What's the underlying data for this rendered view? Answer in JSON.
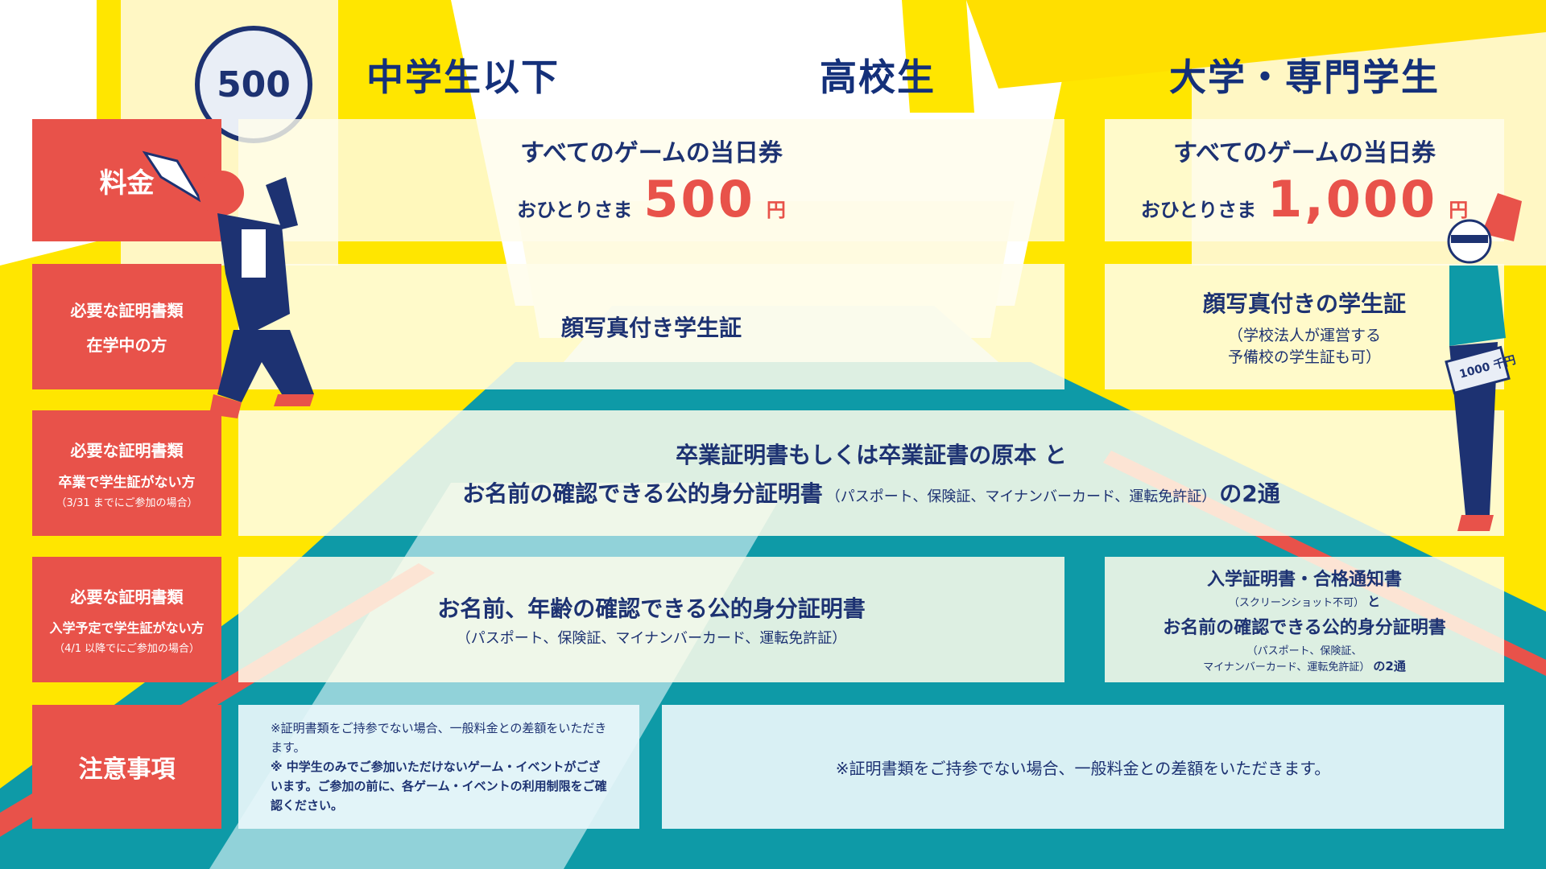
{
  "headers": {
    "col1": "中学生以下",
    "col2": "高校生",
    "col3": "大学・専門学生"
  },
  "coin": {
    "value": "500"
  },
  "bill": {
    "value": "1000",
    "label": "千円"
  },
  "rows": {
    "fee": {
      "label": "料金",
      "left": {
        "line1": "すべてのゲームの当日券",
        "prefix": "おひとりさま",
        "price": "500",
        "unit": "円"
      },
      "right": {
        "line1": "すべてのゲームの当日券",
        "prefix": "おひとりさま",
        "price": "1,000",
        "unit": "円"
      }
    },
    "doc_enrolled": {
      "label_line1": "必要な証明書類",
      "label_line2": "在学中の方",
      "left": "顔写真付き学生証",
      "right_line1": "顔写真付きの学生証",
      "right_line2": "（学校法人が運営する",
      "right_line3": "予備校の学生証も可）"
    },
    "doc_graduated": {
      "label_line1": "必要な証明書類",
      "label_line2": "卒業で学生証がない方",
      "label_line3": "（3/31 までにご参加の場合）",
      "text_line1": "卒業証明書もしくは卒業証書の原本 と",
      "text_line2_main": "お名前の確認できる公的身分証明書",
      "text_line2_paren": "（パスポート、保険証、マイナンバーカード、運転免許証）",
      "text_line2_end": "の2通"
    },
    "doc_entering": {
      "label_line1": "必要な証明書類",
      "label_line2": "入学予定で学生証がない方",
      "label_line3": "（4/1 以降でにご参加の場合）",
      "left_line1": "お名前、年齢の確認できる公的身分証明書",
      "left_line2": "（パスポート、保険証、マイナンバーカード、運転免許証）",
      "right_line1": "入学証明書・合格通知書",
      "right_line2a": "（スクリーンショット不可）",
      "right_line2b": "と",
      "right_line3": "お名前の確認できる公的身分証明書",
      "right_line4": "（パスポート、保険証、",
      "right_line5a": "マイナンバーカード、運転免許証）",
      "right_line5b": "の2通"
    },
    "notes": {
      "label": "注意事項",
      "left_line1": "※証明書類をご持参でない場合、一般料金との差額をいただきます。",
      "left_line2": "※ 中学生のみでご参加いただけないゲーム・イベントがございます。ご参加の前に、各ゲーム・イベントの利用制限をご確認ください。",
      "right": "※証明書類をご持参でない場合、一般料金との差額をいただきます。"
    }
  },
  "colors": {
    "accent_red": "#e8524a",
    "navy": "#1d3272",
    "teal": "#0e9aa7",
    "yellow": "#ffe600"
  }
}
